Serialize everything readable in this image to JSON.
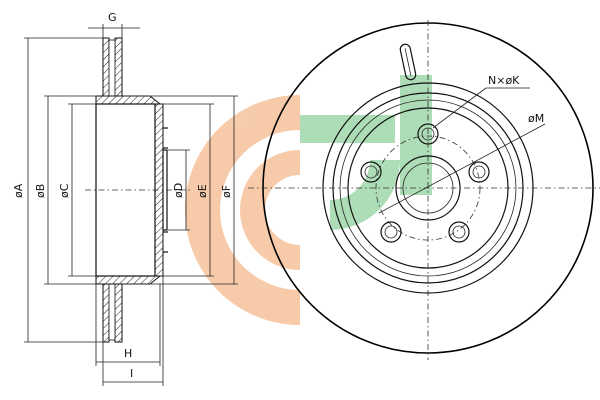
{
  "labels": {
    "G": "G",
    "A": "øA",
    "B": "øB",
    "C": "øC",
    "D": "øD",
    "E": "øE",
    "F": "øF",
    "H": "H",
    "I": "I",
    "NK": "N×øK",
    "M": "øM"
  },
  "colors": {
    "logo_orange": "#f7c9a6",
    "logo_green": "#a9dcb4",
    "line": "#111111"
  }
}
